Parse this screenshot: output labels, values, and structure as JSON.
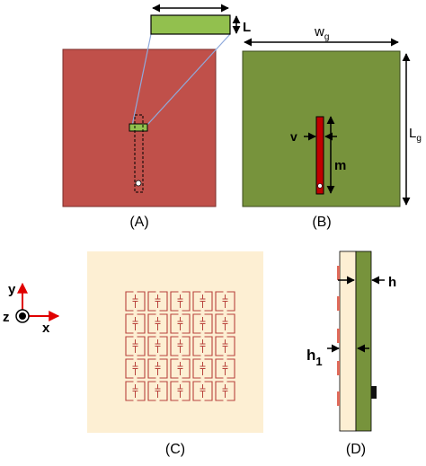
{
  "colors": {
    "patch_red": "#c0504a",
    "ground_green": "#77933c",
    "slot_green": "#92c04e",
    "feed_red": "#c00000",
    "substrate_cream": "#fdefd3",
    "cell_line": "#b8433c",
    "arrow_red": "#e00000",
    "callout_line": "#8faadc"
  },
  "panels": {
    "a": {
      "caption": "(A)",
      "dim_L": "L"
    },
    "b": {
      "caption": "(B)",
      "dim_wg": "w",
      "dim_wg_sub": "g",
      "dim_Lg": "L",
      "dim_Lg_sub": "g",
      "dim_v": "v",
      "dim_m": "m"
    },
    "c": {
      "caption": "(C)",
      "grid_rows": 5,
      "grid_cols": 5
    },
    "d": {
      "caption": "(D)",
      "dim_h": "h",
      "dim_h1": "h",
      "dim_h1_sub": "1"
    }
  },
  "axes": {
    "y": "y",
    "z": "z",
    "x": "x"
  }
}
